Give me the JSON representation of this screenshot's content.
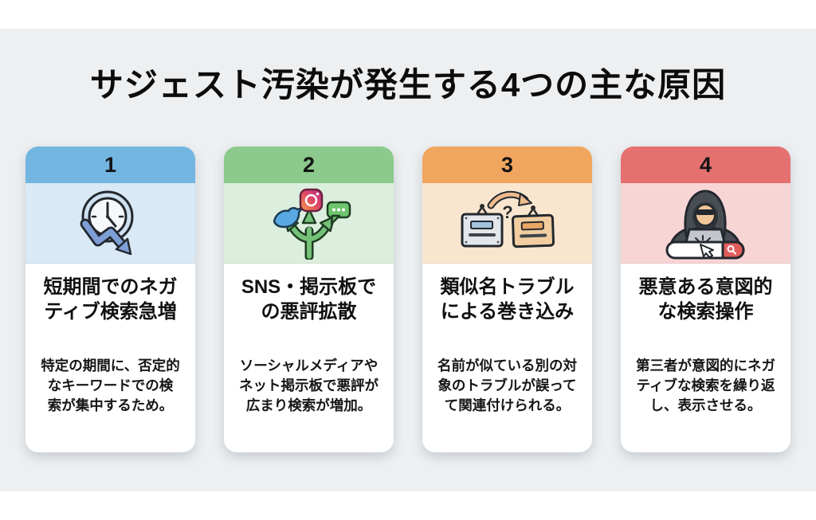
{
  "page": {
    "title": "サジェスト汚染が発生する4つの主な原因",
    "canvas_bg": "#edeff1",
    "outer_bg": "#ffffff"
  },
  "cards": [
    {
      "number": "1",
      "title": "短期間でのネガ\nティブ検索急増",
      "description": "特定の期間に、否定的\nなキーワードでの検\n索が集中するため。",
      "header_color": "#72b5e1",
      "icon_bg": "#d9e9f5",
      "icon": "clock-decline-icon"
    },
    {
      "number": "2",
      "title": "SNS・掲示板で\nの悪評拡散",
      "description": "ソーシャルメディアや\nネット掲示板で悪評が\n広まり検索が増加。",
      "header_color": "#8bc98c",
      "icon_bg": "#dceede",
      "icon": "social-spread-icon"
    },
    {
      "number": "3",
      "title": "類似名トラブル\nによる巻き込み",
      "description": "名前が似ている別の対\n象のトラブルが誤って\nて関連付けられる。",
      "header_color": "#f1a65f",
      "icon_bg": "#fae6cf",
      "icon": "name-mixup-icon"
    },
    {
      "number": "4",
      "title": "悪意ある意図的\nな検索操作",
      "description": "第三者が意図的にネガ\nティブな検索を繰り返\nし、表示させる。",
      "header_color": "#e57070",
      "icon_bg": "#f8d5d5",
      "icon": "hacker-search-icon"
    }
  ]
}
